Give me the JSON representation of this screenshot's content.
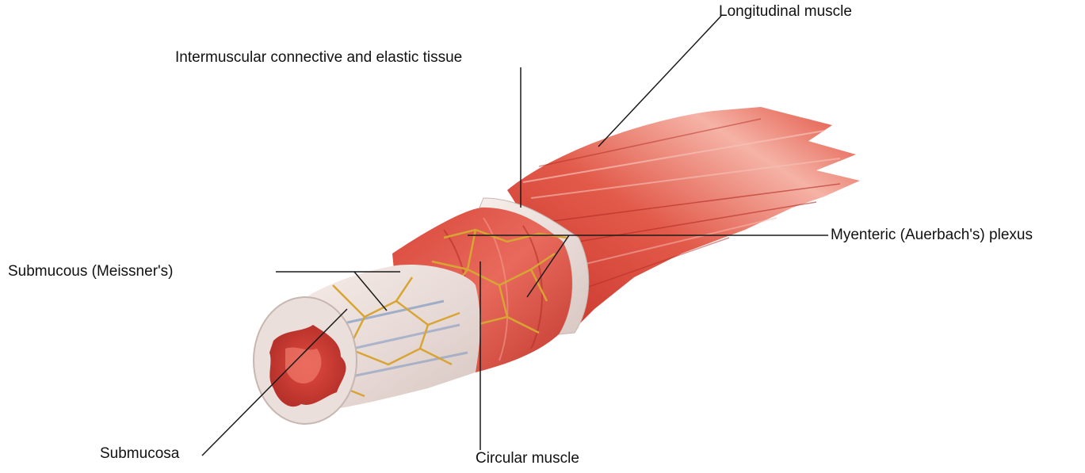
{
  "labels": {
    "longitudinal_muscle": "Longitudinal muscle",
    "intermuscular_tissue": "Intermuscular connective and elastic tissue",
    "myenteric_plexus": "Myenteric (Auerbach's) plexus",
    "submucous_plexus": "Submucous (Meissner's)",
    "submucosa": "Submucosa",
    "circular_muscle": "Circular muscle"
  },
  "colors": {
    "muscle_red": "#d9473a",
    "muscle_light": "#f3a59a",
    "connective_tissue": "#f2e6e1",
    "nerve_plexus": "#d8a534",
    "mucosa_blue": "#6f8fbe",
    "leader_line": "#1a1a1a"
  }
}
